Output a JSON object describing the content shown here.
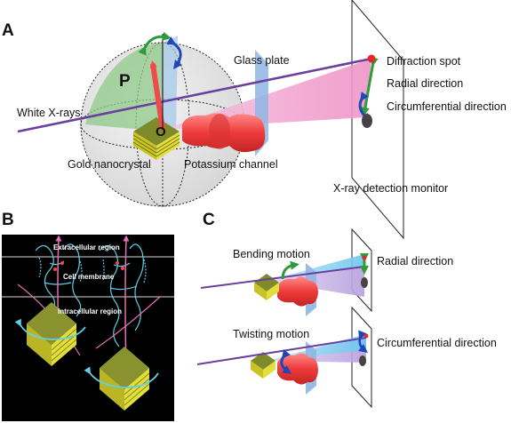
{
  "panel_a": {
    "letter": "A",
    "p_label": "P",
    "o_label": "O",
    "white_xrays": "White X-rays",
    "glass_plate": "Glass plate",
    "diffraction_spot": "Diffraction spot",
    "radial_direction": "Radial direction",
    "circumferential_direction": "Circumferential direction",
    "gold_nanocrystal": "Gold nanocrystal",
    "potassium_channel": "Potassium channel",
    "xray_detection_monitor": "X-ray detection monitor"
  },
  "panel_b": {
    "letter": "B",
    "extracellular_region": "Extracellular region",
    "cell_membrane": "Cell membrane",
    "intracellular_region": "Intracellular region"
  },
  "panel_c": {
    "letter": "C",
    "bending_motion": "Bending motion",
    "radial_direction": "Radial direction",
    "twisting_motion": "Twisting motion",
    "circumferential_direction": "Circumferential direction"
  },
  "colors": {
    "beam": "#6a3fa0",
    "pink_cone": "#f2a9d2",
    "blue_cone": "#8fd3ef",
    "violet_cone": "#c9b3e6",
    "glass": "#8fb6e3",
    "protein": "#ef4b4b",
    "gold": "#d6d32a",
    "green_arrow": "#2f9b3a",
    "blue_arrow": "#1f47b8",
    "spot": "#e8262a"
  }
}
